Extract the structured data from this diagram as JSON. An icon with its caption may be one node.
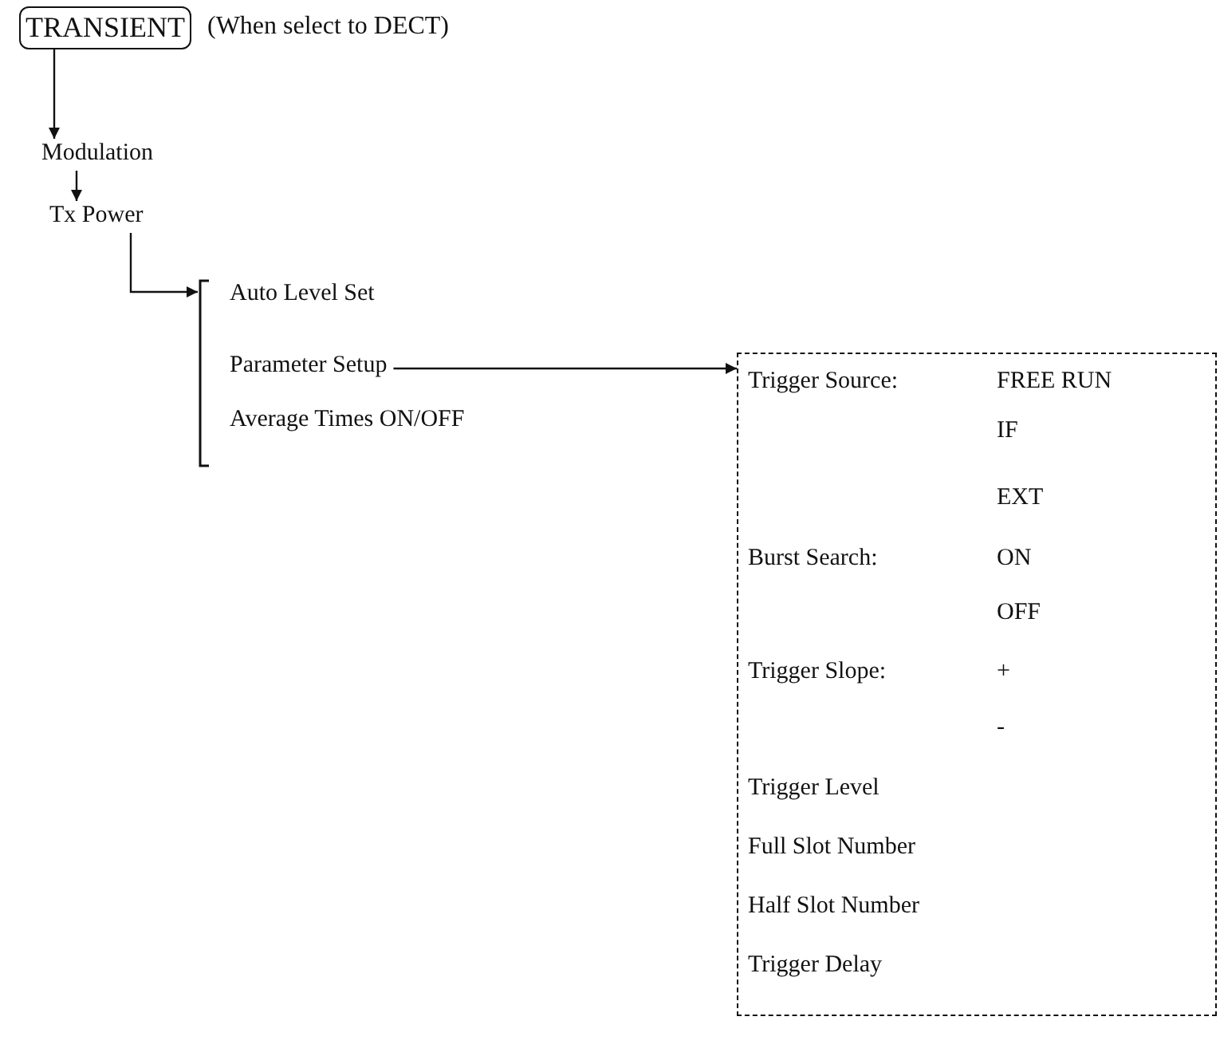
{
  "diagram": {
    "nodes": [
      {
        "text": [
          "TRANSIENT"
        ],
        "beside": [
          "(When select to DECT)"
        ]
      },
      {
        "text": [
          "Modulation"
        ]
      },
      {
        "text": [
          "Tx Power"
        ]
      },
      {
        "text": [],
        "shape": "bracket"
      },
      {
        "text": [
          "Auto Level Set"
        ]
      },
      {
        "text": [
          "Parameter Setup"
        ]
      },
      {
        "text": [
          "Average Times ON/OFF"
        ]
      },
      {
        "text": [],
        "shape": "box"
      }
    ],
    "edges": [
      {
        "from": 0,
        "to": 1,
        "arrow": "to"
      },
      {
        "from": 1,
        "to": 2,
        "arrow": "to"
      },
      {
        "from": 2,
        "to": 3,
        "arrow": "to"
      },
      {
        "from": 5,
        "to": 7,
        "arrow": "to"
      }
    ],
    "labels": [
      "Trigger Source:",
      "FREE RUN",
      "IF",
      "EXT",
      "Burst Search:",
      "ON",
      "OFF",
      "Trigger Slope:",
      "+",
      "-",
      "Trigger Level",
      "Full Slot Number",
      "Half Slot Number",
      "Trigger Delay"
    ]
  }
}
